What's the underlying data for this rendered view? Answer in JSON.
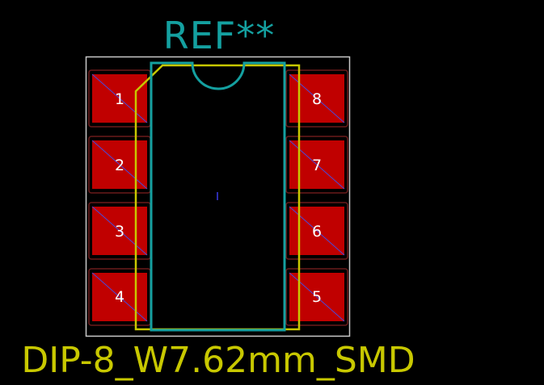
{
  "footprint": {
    "reference": "REF**",
    "value": "DIP-8_W7.62mm_SMD"
  },
  "pads": {
    "left": [
      "1",
      "2",
      "3",
      "4"
    ],
    "right": [
      "8",
      "7",
      "6",
      "5"
    ]
  },
  "colors": {
    "background": "#000000",
    "pad_fill": "#c00000",
    "silkscreen": "#c8c800",
    "fabrication": "#14a0a0",
    "courtyard": "#c8c8c8",
    "pad_outline": "#6a1a1a"
  }
}
